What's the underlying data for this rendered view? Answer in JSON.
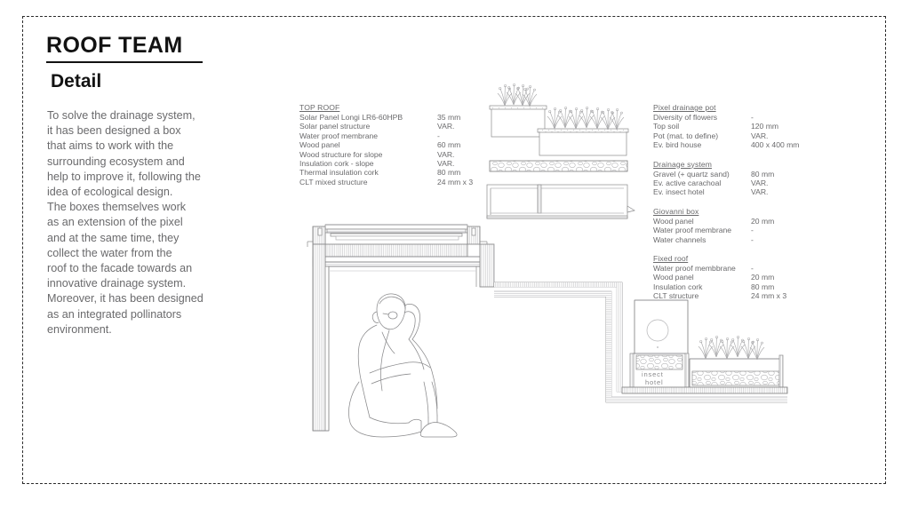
{
  "sheet": {
    "title": "ROOF TEAM",
    "subtitle": "Detail",
    "description": "To solve the drainage system,\nit has been designed a box\nthat aims to work with the\nsurrounding ecosystem and\nhelp to improve it, following the\nidea of ecological design.\nThe boxes themselves work\nas an extension of the pixel\nand at the same time, they\ncollect the water from the\nroof to the facade towards an\ninnovative drainage system.\nMoreover, it has been designed\nas an integrated pollinators\nenvironment."
  },
  "specs_left": [
    {
      "title": "TOP ROOF",
      "rows": [
        {
          "label": "Solar Panel Longi LR6-60HPB",
          "value": "35 mm"
        },
        {
          "label": "Solar panel structure",
          "value": "VAR."
        },
        {
          "label": "Water proof membrane",
          "value": "-"
        },
        {
          "label": "Wood panel",
          "value": "60 mm"
        },
        {
          "label": "Wood structure for slope",
          "value": "VAR."
        },
        {
          "label": "Insulation cork - slope",
          "value": "VAR."
        },
        {
          "label": "Thermal insulation cork",
          "value": "80 mm"
        },
        {
          "label": "CLT mixed structure",
          "value": "24 mm x 3"
        }
      ]
    }
  ],
  "specs_right": [
    {
      "title": "Pixel drainage pot",
      "rows": [
        {
          "label": "Diversity of flowers",
          "value": "-"
        },
        {
          "label": "Top soil",
          "value": "120 mm"
        },
        {
          "label": "Pot (mat. to define)",
          "value": "VAR."
        },
        {
          "label": "Ev. bird house",
          "value": "400 x 400 mm"
        }
      ]
    },
    {
      "title": "Drainage system",
      "rows": [
        {
          "label": "Gravel (+ quartz sand)",
          "value": "80 mm"
        },
        {
          "label": "Ev. active carachoal",
          "value": "VAR."
        },
        {
          "label": "Ev. insect hotel",
          "value": "VAR."
        }
      ]
    },
    {
      "title": "Giovanni box",
      "rows": [
        {
          "label": "Wood panel",
          "value": "20 mm"
        },
        {
          "label": "Water proof membrane",
          "value": "-"
        },
        {
          "label": "Water channels",
          "value": "-"
        }
      ]
    },
    {
      "title": "Fixed roof",
      "rows": [
        {
          "label": "Water proof membbrane",
          "value": "-"
        },
        {
          "label": "Wood panel",
          "value": "20 mm"
        },
        {
          "label": "Insulation cork",
          "value": "80 mm"
        },
        {
          "label": "CLT structure",
          "value": "24 mm x 3"
        }
      ]
    }
  ],
  "drawing_labels": {
    "insect_hotel_line1": "insect",
    "insect_hotel_line2": "hotel"
  },
  "colors": {
    "ink": "#121212",
    "text": "#6a6a6c",
    "line": "#8a8a8c",
    "line_light": "#b4b4b6",
    "hatch": "#c8c8ca",
    "border": "#2b2b2b"
  }
}
